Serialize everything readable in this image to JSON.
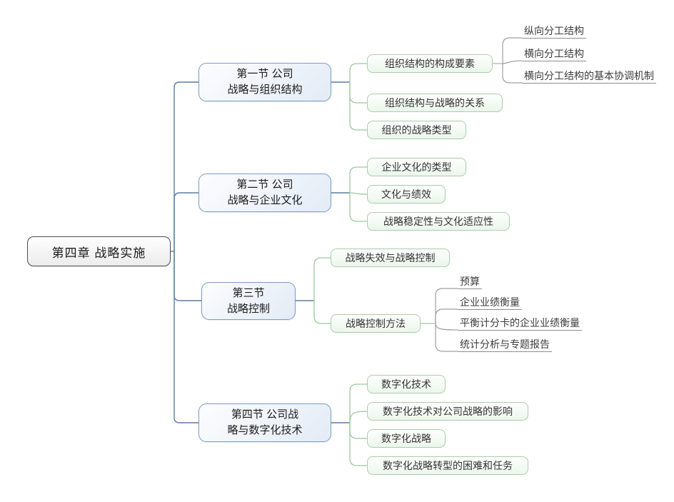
{
  "root": {
    "label": "第四章 战略实施"
  },
  "sections": [
    {
      "label": "第一节 公司\n战略与组织结构",
      "children": [
        {
          "label": "组织结构的构成要素",
          "children": [
            {
              "label": "纵向分工结构"
            },
            {
              "label": "横向分工结构"
            },
            {
              "label": "横向分工结构的基本协调机制"
            }
          ]
        },
        {
          "label": "组织结构与战略的关系"
        },
        {
          "label": "组织的战略类型"
        }
      ]
    },
    {
      "label": "第二节 公司\n战略与企业文化",
      "children": [
        {
          "label": "企业文化的类型"
        },
        {
          "label": "文化与绩效"
        },
        {
          "label": "战略稳定性与文化适应性"
        }
      ]
    },
    {
      "label": "第三节\n战略控制",
      "children": [
        {
          "label": "战略失效与战略控制"
        },
        {
          "label": "战略控制方法",
          "children": [
            {
              "label": "预算"
            },
            {
              "label": "企业业绩衡量"
            },
            {
              "label": "平衡计分卡的企业业绩衡量"
            },
            {
              "label": "统计分析与专题报告"
            }
          ]
        }
      ]
    },
    {
      "label": "第四节 公司战\n略与数字化技术",
      "children": [
        {
          "label": "数字化技术"
        },
        {
          "label": "数字化技术对公司战略的影响"
        },
        {
          "label": "数字化战略"
        },
        {
          "label": "数字化战略转型的困难和任务"
        }
      ]
    }
  ],
  "colors": {
    "trunk_line": "#5b7ca2",
    "section_border": "#7b9cc4",
    "section_fill": "#e3ebf6",
    "topic_line": "#9ec89e",
    "topic_border": "#a9cda9",
    "topic_fill": "#ecf6ec",
    "leaf_line": "#9f9f9f",
    "root_border": "#4f4f4f"
  }
}
